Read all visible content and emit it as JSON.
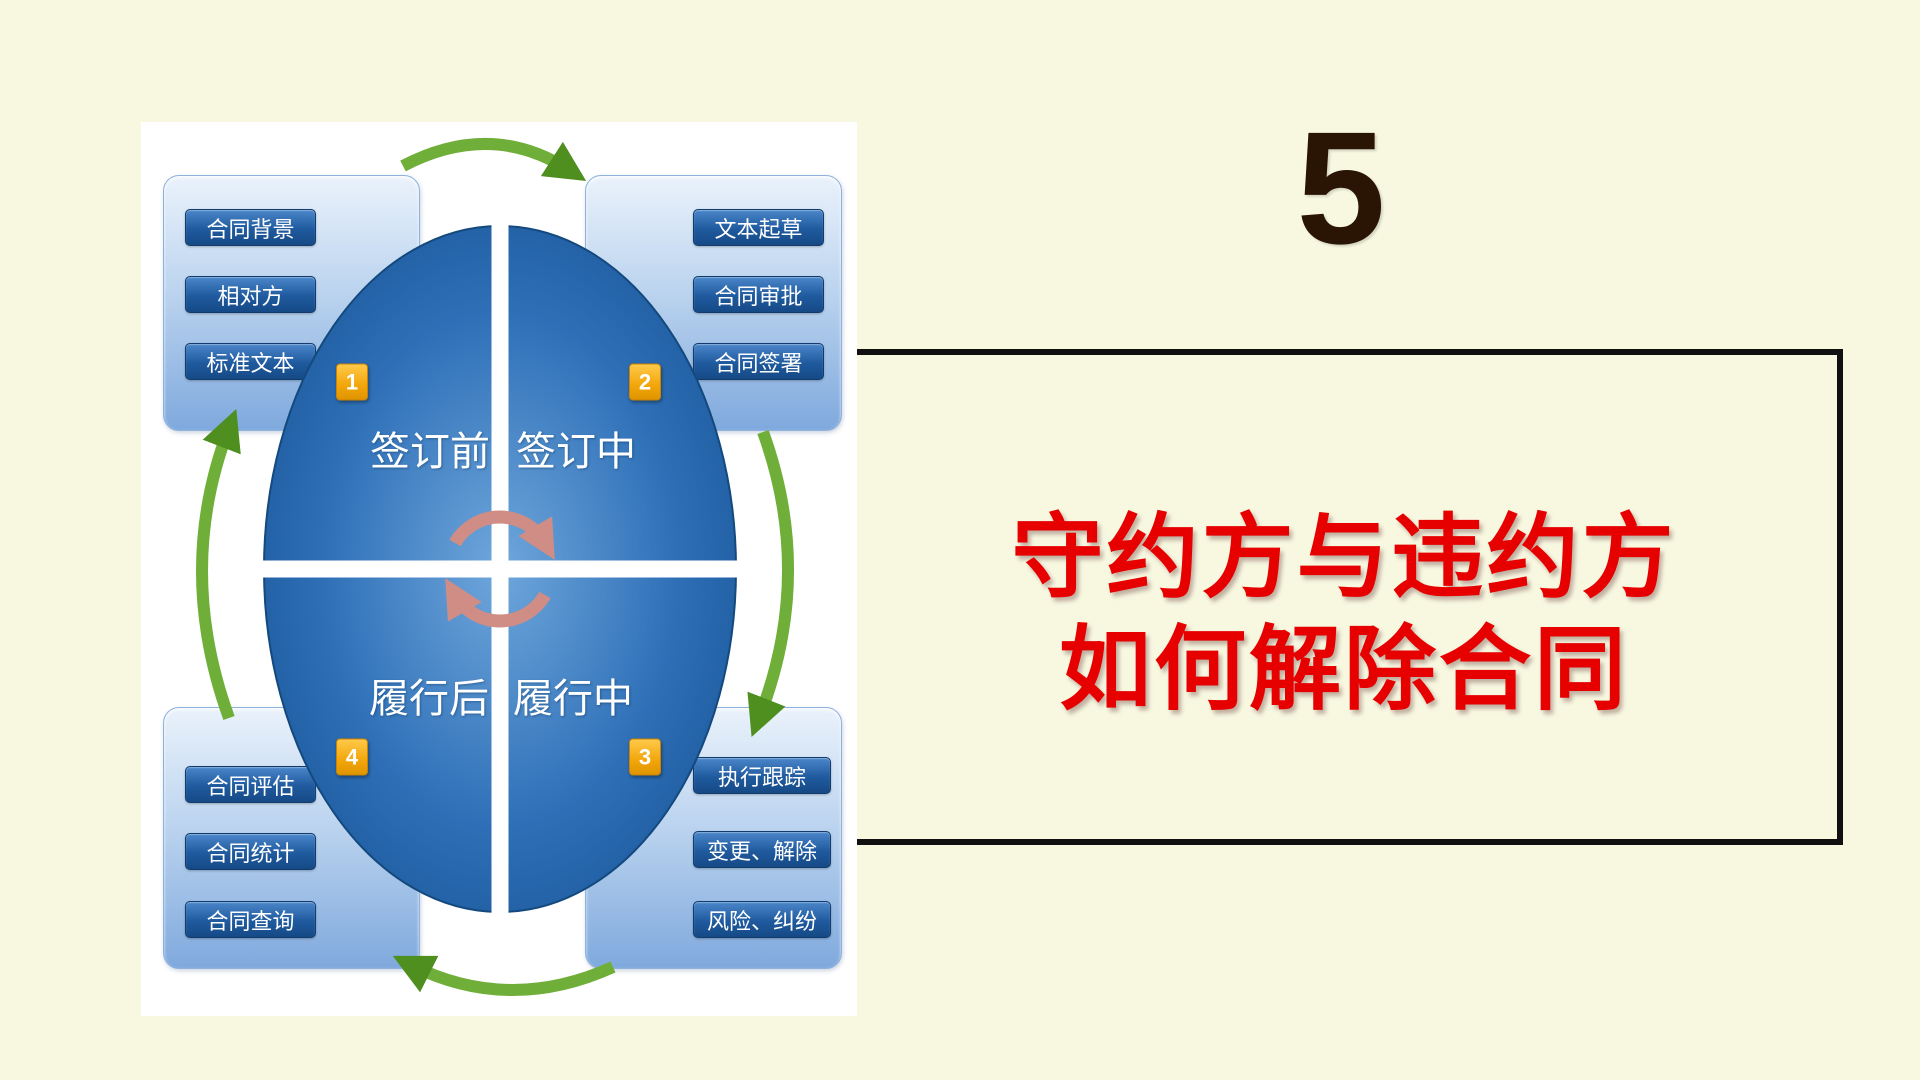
{
  "slide": {
    "background_color": "#F8F8E1",
    "number": "5",
    "number_color": "#2A1505",
    "title_line1": "守约方与违约方",
    "title_line2": "如何解除合同",
    "title_color": "#E60000",
    "title_box_border_color": "#111111"
  },
  "diagram": {
    "quadrants": [
      {
        "badge": "1",
        "label": "签订前"
      },
      {
        "badge": "2",
        "label": "签订中"
      },
      {
        "badge": "3",
        "label": "履行中"
      },
      {
        "badge": "4",
        "label": "履行后"
      }
    ],
    "panels": {
      "top_left": {
        "items": [
          "合同背景",
          "相对方",
          "标准文本"
        ]
      },
      "top_right": {
        "items": [
          "文本起草",
          "合同审批",
          "合同签署"
        ]
      },
      "bottom_right": {
        "items": [
          "执行跟踪",
          "变更、解除",
          "风险、纠纷"
        ]
      },
      "bottom_left": {
        "items": [
          "合同评估",
          "合同统计",
          "合同查询"
        ]
      }
    },
    "colors": {
      "quadrant_blue": "#1E5CA8",
      "panel_blue": "#9FC0E8",
      "chip_blue": "#1F5A9E",
      "badge_orange": "#F2A60A",
      "arrow_green": "#6FAE38",
      "cycle_pink": "#CF8D85"
    }
  }
}
